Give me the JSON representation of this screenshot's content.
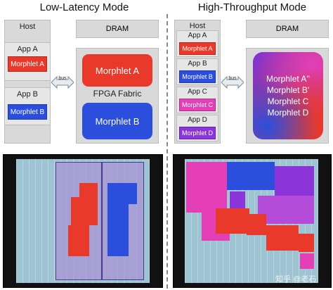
{
  "left": {
    "title": "Low-Latency Mode",
    "host_label": "Host",
    "dram_label": "DRAM",
    "bus_label": "bus",
    "fabric_label": "FPGA Fabric",
    "apps": [
      {
        "app": "App A",
        "morphlet": "Morphlet A",
        "color": "#e8392b"
      },
      {
        "app": "App B",
        "morphlet": "Morphlet B",
        "color": "#2b4fdc"
      }
    ],
    "fabric_morphlets": [
      "Morphlet A",
      "Morphlet B"
    ]
  },
  "right": {
    "title": "High-Throughput Mode",
    "host_label": "Host",
    "dram_label": "DRAM",
    "bus_label": "bus",
    "apps": [
      {
        "app": "App A",
        "morphlet": "Morphlet A",
        "color": "#e8392b"
      },
      {
        "app": "App B",
        "morphlet": "Morphlet B",
        "color": "#2b4fdc"
      },
      {
        "app": "App C",
        "morphlet": "Morphlet C",
        "color": "#e43fb6"
      },
      {
        "app": "App D",
        "morphlet": "Morphlet D",
        "color": "#8a34d9"
      }
    ],
    "fabric_morphlets": [
      "Morphlet A''",
      "Morphlet B'",
      "Morphlet C",
      "Morphlet D"
    ]
  },
  "watermark": "知乎 @老石",
  "icons": {
    "bus_arrow": "double-arrow-icon"
  }
}
